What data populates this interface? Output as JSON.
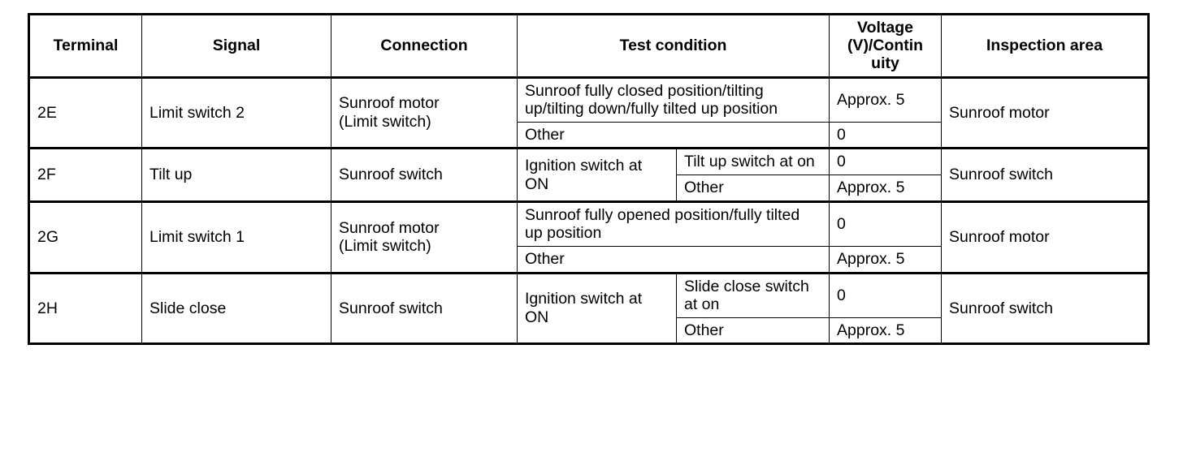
{
  "table": {
    "headers": {
      "terminal": "Terminal",
      "signal": "Signal",
      "connection": "Connection",
      "test_condition": "Test condition",
      "voltage": "Voltage (V)/Contin uity",
      "inspection_area": "Inspection area"
    },
    "rows": [
      {
        "terminal": "2E",
        "signal": "Limit switch 2",
        "connection": "Sunroof motor\n(Limit switch)",
        "inspection_area": "Sunroof motor",
        "conditions": [
          {
            "condition": "Sunroof fully closed position/tilting up/tilting down/fully tilted up position",
            "sub_condition": null,
            "voltage": "Approx. 5"
          },
          {
            "condition": "Other",
            "sub_condition": null,
            "voltage": "0"
          }
        ]
      },
      {
        "terminal": "2F",
        "signal": "Tilt up",
        "connection": "Sunroof switch",
        "inspection_area": "Sunroof switch",
        "conditions": [
          {
            "condition": "Ignition switch at ON",
            "sub_condition": "Tilt up switch at on",
            "voltage": "0"
          },
          {
            "condition": null,
            "sub_condition": "Other",
            "voltage": "Approx. 5"
          }
        ]
      },
      {
        "terminal": "2G",
        "signal": "Limit switch 1",
        "connection": "Sunroof motor\n(Limit switch)",
        "inspection_area": "Sunroof motor",
        "conditions": [
          {
            "condition": "Sunroof fully opened position/fully tilted up position",
            "sub_condition": null,
            "voltage": "0"
          },
          {
            "condition": "Other",
            "sub_condition": null,
            "voltage": "Approx. 5"
          }
        ]
      },
      {
        "terminal": "2H",
        "signal": "Slide close",
        "connection": "Sunroof switch",
        "inspection_area": "Sunroof switch",
        "conditions": [
          {
            "condition": "Ignition switch at ON",
            "sub_condition": "Slide close switch at on",
            "voltage": "0"
          },
          {
            "condition": null,
            "sub_condition": "Other",
            "voltage": "Approx. 5"
          }
        ]
      }
    ]
  },
  "colors": {
    "text": "#000000",
    "background": "#ffffff",
    "border": "#000000"
  }
}
